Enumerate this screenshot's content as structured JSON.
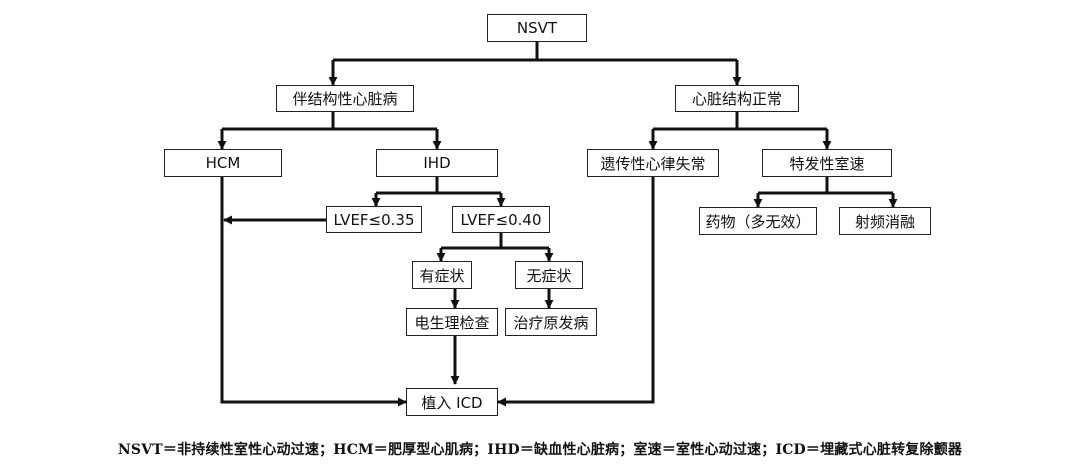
{
  "nodes": {
    "nsvt": "NSVT",
    "structural": "伴结构性心脏病",
    "normal": "心脏结构正常",
    "hcm": "HCM",
    "ihd": "IHD",
    "lvef035": "LVEF≤0.35",
    "lvef040": "LVEF≤0.40",
    "symptomatic": "有症状",
    "asymptomatic": "无症状",
    "ep_study": "电生理检查",
    "treat_primary": "治疗原发病",
    "icd": "植入 ICD",
    "inherited": "遗传性心律失常",
    "idiopathic": "特发性室速",
    "drugs": "药物（多无效）",
    "ablation": "射频消融"
  },
  "footnote": "NSVT＝非持续性室性心动过速；HCM＝肥厚型心肌病；IHD＝缺血性心脏病；室速＝室性心动过速；ICD＝埋藏式心脏转复除颤器"
}
